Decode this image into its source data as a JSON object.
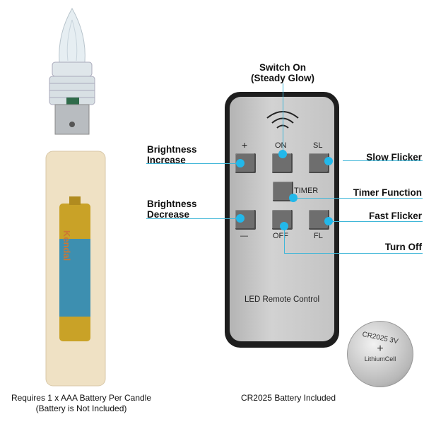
{
  "callouts": {
    "switch_on": [
      "Switch On",
      "(Steady Glow)"
    ],
    "brightness_increase": [
      "Brightness",
      "Increase"
    ],
    "brightness_decrease": [
      "Brightness",
      "Decrease"
    ],
    "slow_flicker": "Slow Flicker",
    "timer_function": "Timer Function",
    "fast_flicker": "Fast Flicker",
    "turn_off": "Turn Off"
  },
  "remote": {
    "buttons": {
      "plus": "+",
      "on": "ON",
      "sl": "SL",
      "timer": "TIMER",
      "minus": "—",
      "off": "OFF",
      "fl": "FL"
    },
    "label": "LED Remote Control"
  },
  "battery": {
    "brand": "Kendal",
    "coin_text": "CR2025 3V",
    "coin_sub": "LithiumCell"
  },
  "captions": {
    "candle": [
      "Requires 1 x AAA Battery Per Candle",
      "(Battery is Not Included)"
    ],
    "remote": "CR2025 Battery Included"
  },
  "colors": {
    "accent": "#22b8ea"
  }
}
